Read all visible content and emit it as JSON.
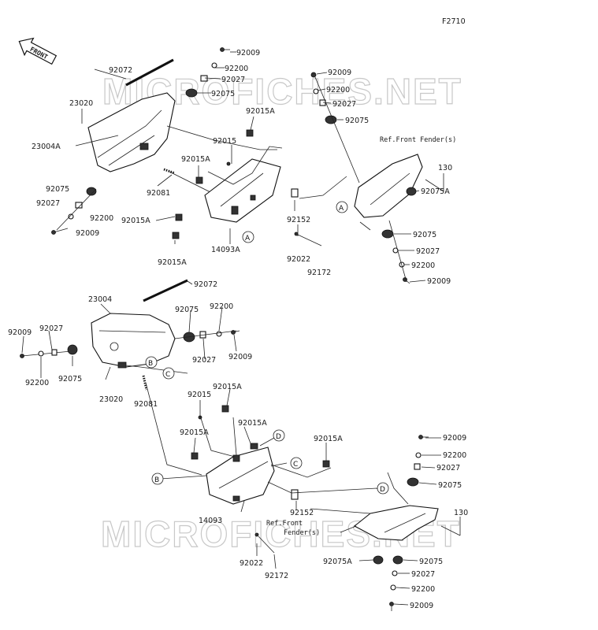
{
  "figure_code": "F2710",
  "front_badge": "FRONT",
  "watermarks": [
    "MICROFICHES.NET",
    "MICROFICHES.NET"
  ],
  "ref_front_fender_top": "Ref.Front Fender(s)",
  "ref_front_fender_bottom_line1": "Ref.Front",
  "ref_front_fender_bottom_line2": "Fender(s)",
  "callout_letters": [
    "A",
    "B",
    "C",
    "D"
  ],
  "parts": {
    "p92009": "92009",
    "p92200": "92200",
    "p92027": "92027",
    "p92075": "92075",
    "p92075A": "92075A",
    "p92072": "92072",
    "p23020": "23020",
    "p23004A": "23004A",
    "p23004": "23004",
    "p92081": "92081",
    "p92015": "92015",
    "p92015A": "92015A",
    "p92152": "92152",
    "p92022": "92022",
    "p92172": "92172",
    "p14093A": "14093A",
    "p14093": "14093",
    "p130": "130"
  }
}
